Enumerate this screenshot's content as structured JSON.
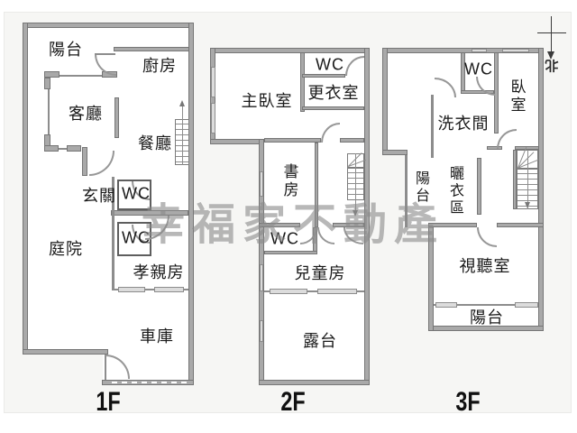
{
  "colors": {
    "paper": "#f6f6f4",
    "wall_fill": "#a9a9a9",
    "wall_edge": "#767676",
    "thin_line": "#8d8d8d",
    "text": "#1a1a1a",
    "watermark": "#8a8a8a"
  },
  "watermark": "幸福家不動產",
  "compass": {
    "north_label": "北"
  },
  "floors": [
    {
      "label": "1F",
      "rooms": {
        "balcony": "陽台",
        "kitchen": "廚房",
        "living_room": "客廳",
        "dining_room": "餐廳",
        "entry": "玄關",
        "wc_upper": "WC",
        "wc_lower": "WC",
        "courtyard": "庭院",
        "parents_room": "孝親房",
        "garage": "車庫"
      }
    },
    {
      "label": "2F",
      "rooms": {
        "master_bedroom": "主臥室",
        "wc_upper": "WC",
        "walk_in_closet": "更衣室",
        "study": "書房",
        "wc_lower": "WC",
        "kids_room": "兒童房",
        "terrace": "露台"
      }
    },
    {
      "label": "3F",
      "rooms": {
        "wc": "WC",
        "bedroom": "臥室",
        "laundry_room": "洗衣間",
        "balcony_west": "陽台",
        "drying_area": "曬衣區",
        "av_room": "視聽室",
        "balcony_south": "陽台"
      }
    }
  ]
}
